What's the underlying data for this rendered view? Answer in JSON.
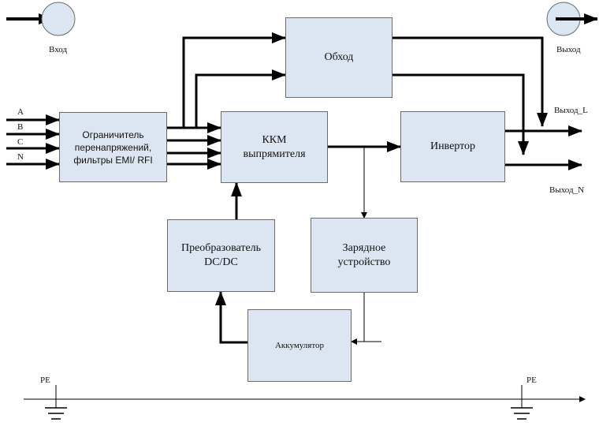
{
  "labels": {
    "input": "Вход",
    "output": "Выход",
    "output_l": "Выход_L",
    "output_n": "Выход_N",
    "pe_left": "PE",
    "pe_right": "PE",
    "phase_a": "A",
    "phase_b": "B",
    "phase_c": "C",
    "phase_n": "N"
  },
  "blocks": {
    "limiter": {
      "line1": "Ограничитель",
      "line2": "перенапряжений,",
      "line3": "фильтры EMI/ RFI"
    },
    "bypass": "Обход",
    "pfc": {
      "line1": "ККМ",
      "line2": "выпрямителя"
    },
    "inverter": "Инвертор",
    "dcdc": {
      "line1": "Преобразователь",
      "line2": "DC/DC"
    },
    "charger": {
      "line1": "Зарядное",
      "line2": "устройство"
    },
    "battery": "Аккумулятор"
  },
  "colors": {
    "block_fill": "#dce6f2",
    "block_border": "#6b6b6b",
    "line": "#000000",
    "circle_fill": "#dce6f2"
  }
}
